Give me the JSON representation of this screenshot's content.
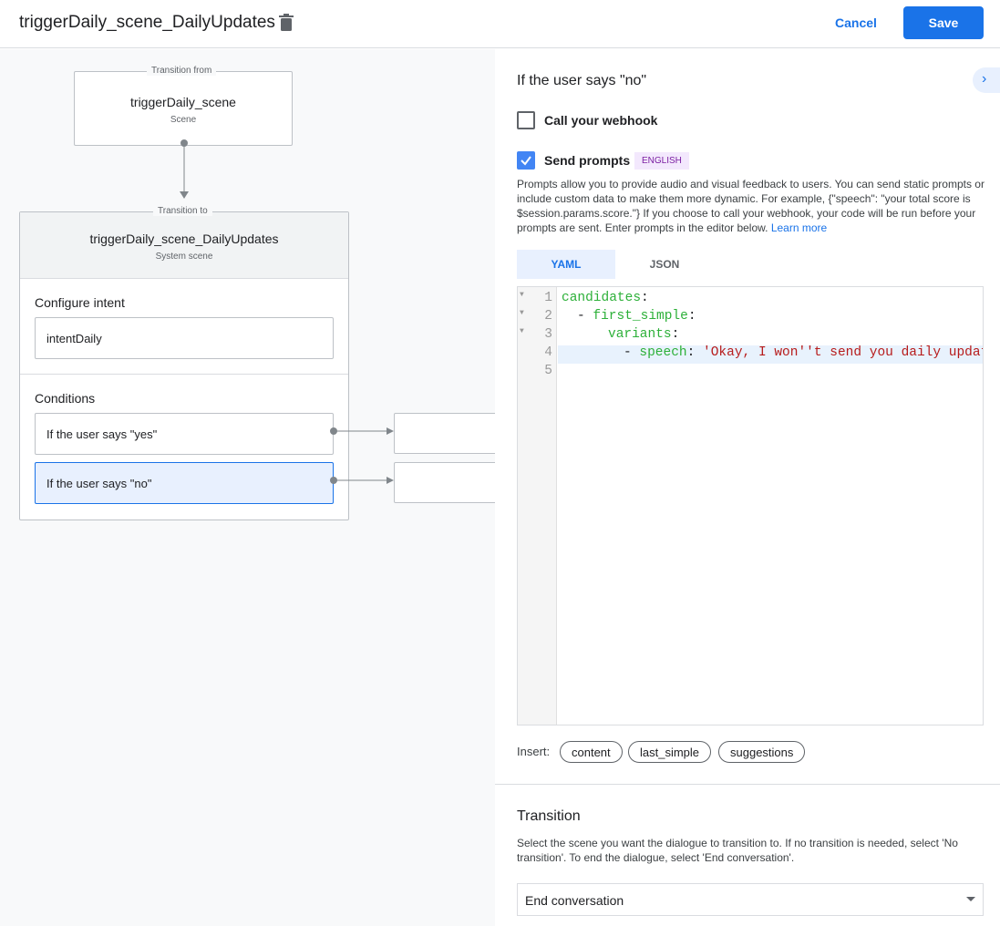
{
  "header": {
    "title": "triggerDaily_scene_DailyUpdates",
    "cancel": "Cancel",
    "save": "Save"
  },
  "canvas": {
    "from_label": "Transition from",
    "from_name": "triggerDaily_scene",
    "from_type": "Scene",
    "to_label": "Transition to",
    "to_name": "triggerDaily_scene_DailyUpdates",
    "to_type": "System scene",
    "intent_heading": "Configure intent",
    "intent": "intentDaily",
    "conditions_heading": "Conditions",
    "conditions": [
      {
        "label": "If the user says \"yes\""
      },
      {
        "label": "If the user says \"no\"",
        "selected": true
      }
    ]
  },
  "panel": {
    "title": "If the user says \"no\"",
    "webhook": {
      "label": "Call your webhook",
      "checked": false
    },
    "prompts": {
      "label": "Send prompts",
      "checked": true,
      "badge": "ENGLISH",
      "description": "Prompts allow you to provide audio and visual feedback to users. You can send static prompts or include custom data to make them more dynamic. For example, {\"speech\": \"your total score is $session.params.score.\"} If you choose to call your webhook, your code will be run before your prompts are sent. Enter prompts in the editor below.",
      "learn_more": "Learn more"
    },
    "tabs": [
      {
        "label": "YAML",
        "active": true
      },
      {
        "label": "JSON"
      }
    ],
    "editor": {
      "lines": [
        "1",
        "2",
        "3",
        "4",
        "5"
      ],
      "l1_key": "candidates",
      "l2_dash": "- ",
      "l2_key": "first_simple",
      "l3_key": "variants",
      "l4_dash": "- ",
      "l4_key": "speech",
      "l4_val": "'Okay, I won''t send you daily update",
      "colon": ":"
    },
    "insert_label": "Insert:",
    "insert": [
      "content",
      "last_simple",
      "suggestions"
    ],
    "transition": {
      "heading": "Transition",
      "description": "Select the scene you want the dialogue to transition to. If no transition is needed, select 'No transition'. To end the dialogue, select 'End conversation'.",
      "selected": "End conversation"
    }
  }
}
